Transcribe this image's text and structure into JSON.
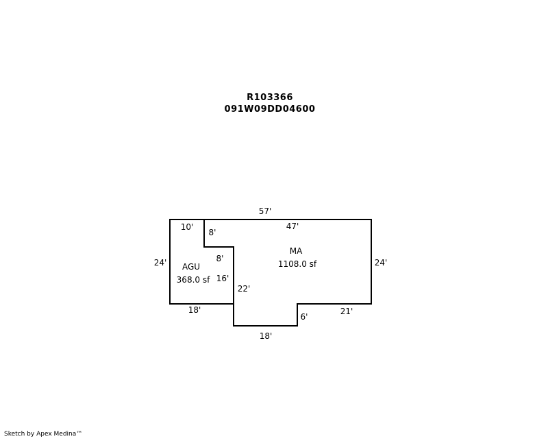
{
  "header": {
    "parcel_id": "R103366",
    "map_number": "091W09DD04600"
  },
  "areas": {
    "agu": {
      "label": "AGU",
      "size": "368.0 sf"
    },
    "ma": {
      "label": "MA",
      "size": "1108.0 sf"
    }
  },
  "dimensions": {
    "top_overall": "57'",
    "agu_top": "10'",
    "ma_top": "47'",
    "notch_vertical": "8'",
    "notch_horizontal": "8'",
    "agu_right_lower": "16'",
    "ma_left_lower": "22'",
    "left_side": "24'",
    "right_side": "24'",
    "agu_bottom": "18'",
    "ma_bottom_step": "6'",
    "ma_bottom_right": "21'",
    "ma_bottom_lower": "18'"
  },
  "footer": {
    "credit": "Sketch by Apex Medina™"
  }
}
